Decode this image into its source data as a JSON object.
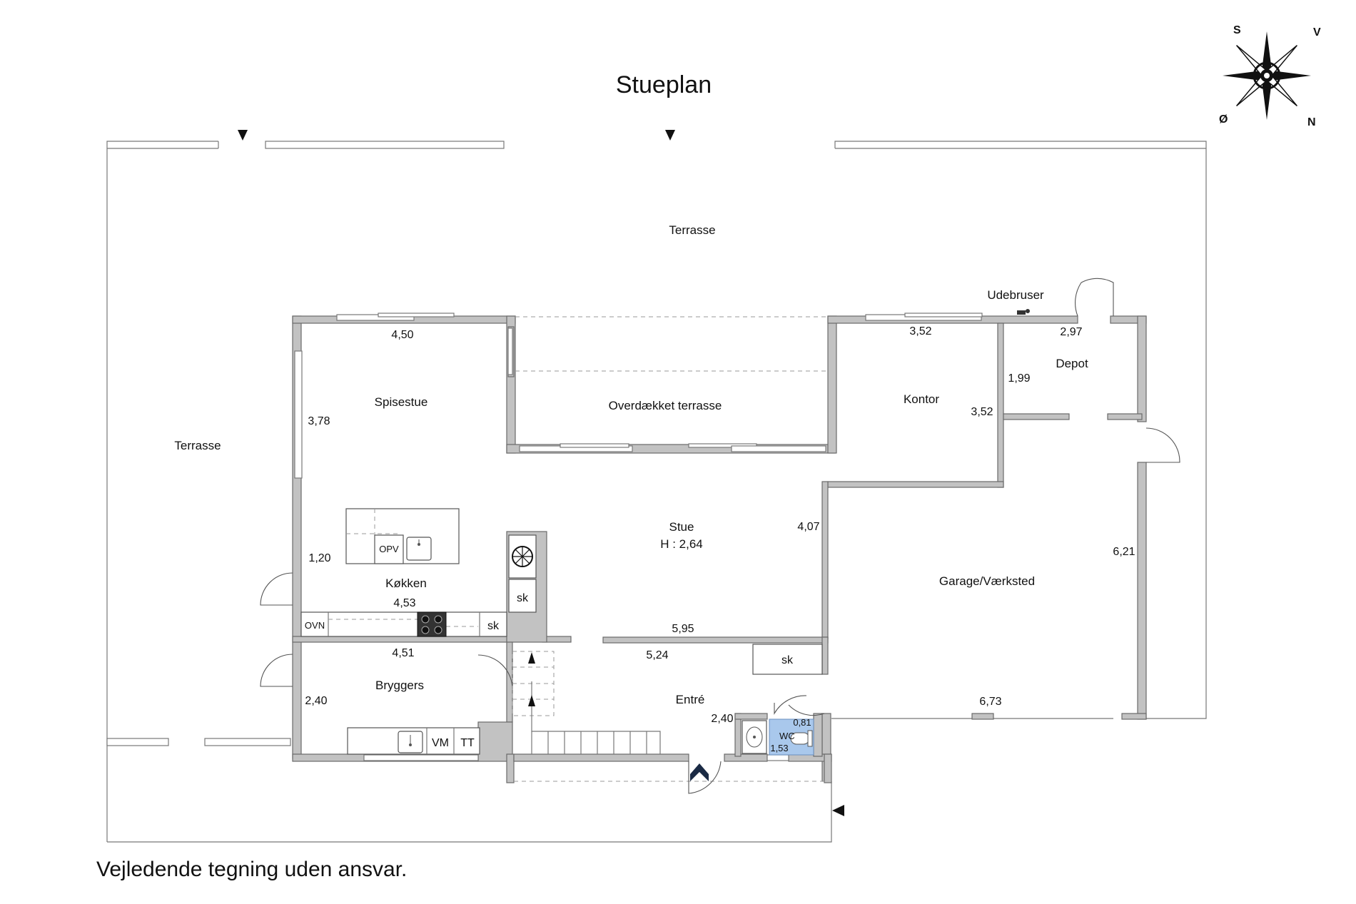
{
  "title": "Stueplan",
  "disclaimer": "Vejledende tegning uden ansvar.",
  "compass": {
    "s": "S",
    "v": "V",
    "o": "Ø",
    "n": "N"
  },
  "rooms": {
    "terrace_top": "Terrasse",
    "terrace_left": "Terrasse",
    "outdoor_shower": "Udebruser",
    "dining": "Spisestue",
    "covered_terrace": "Overdækket terrasse",
    "office": "Kontor",
    "storage": "Depot",
    "living": "Stue",
    "living_height": "H : 2,64",
    "kitchen": "Køkken",
    "utility": "Bryggers",
    "entrance": "Entré",
    "garage": "Garage/Værksted",
    "wc": "WC"
  },
  "fixtures": {
    "dishwasher": "OPV",
    "oven": "OVN",
    "cabinet_kitchen": "sk",
    "cabinet_counter": "sk",
    "cabinet_entrance": "sk",
    "washer": "VM",
    "dryer": "TT"
  },
  "dimensions": {
    "dining_width": "4,50",
    "dining_height": "3,78",
    "office_width": "3,52",
    "office_height": "3,52",
    "storage_width": "2,97",
    "storage_height": "1,99",
    "kitchen_width": "4,53",
    "kitchen_height": "1,20",
    "living_width": "5,95",
    "living_height": "4,07",
    "utility_width": "4,51",
    "utility_height": "2,40",
    "entrance_width": "5,24",
    "entrance_height": "2,40",
    "garage_height": "6,21",
    "garage_width": "6,73",
    "wc_width": "0,81",
    "wc_height": "1,53"
  }
}
